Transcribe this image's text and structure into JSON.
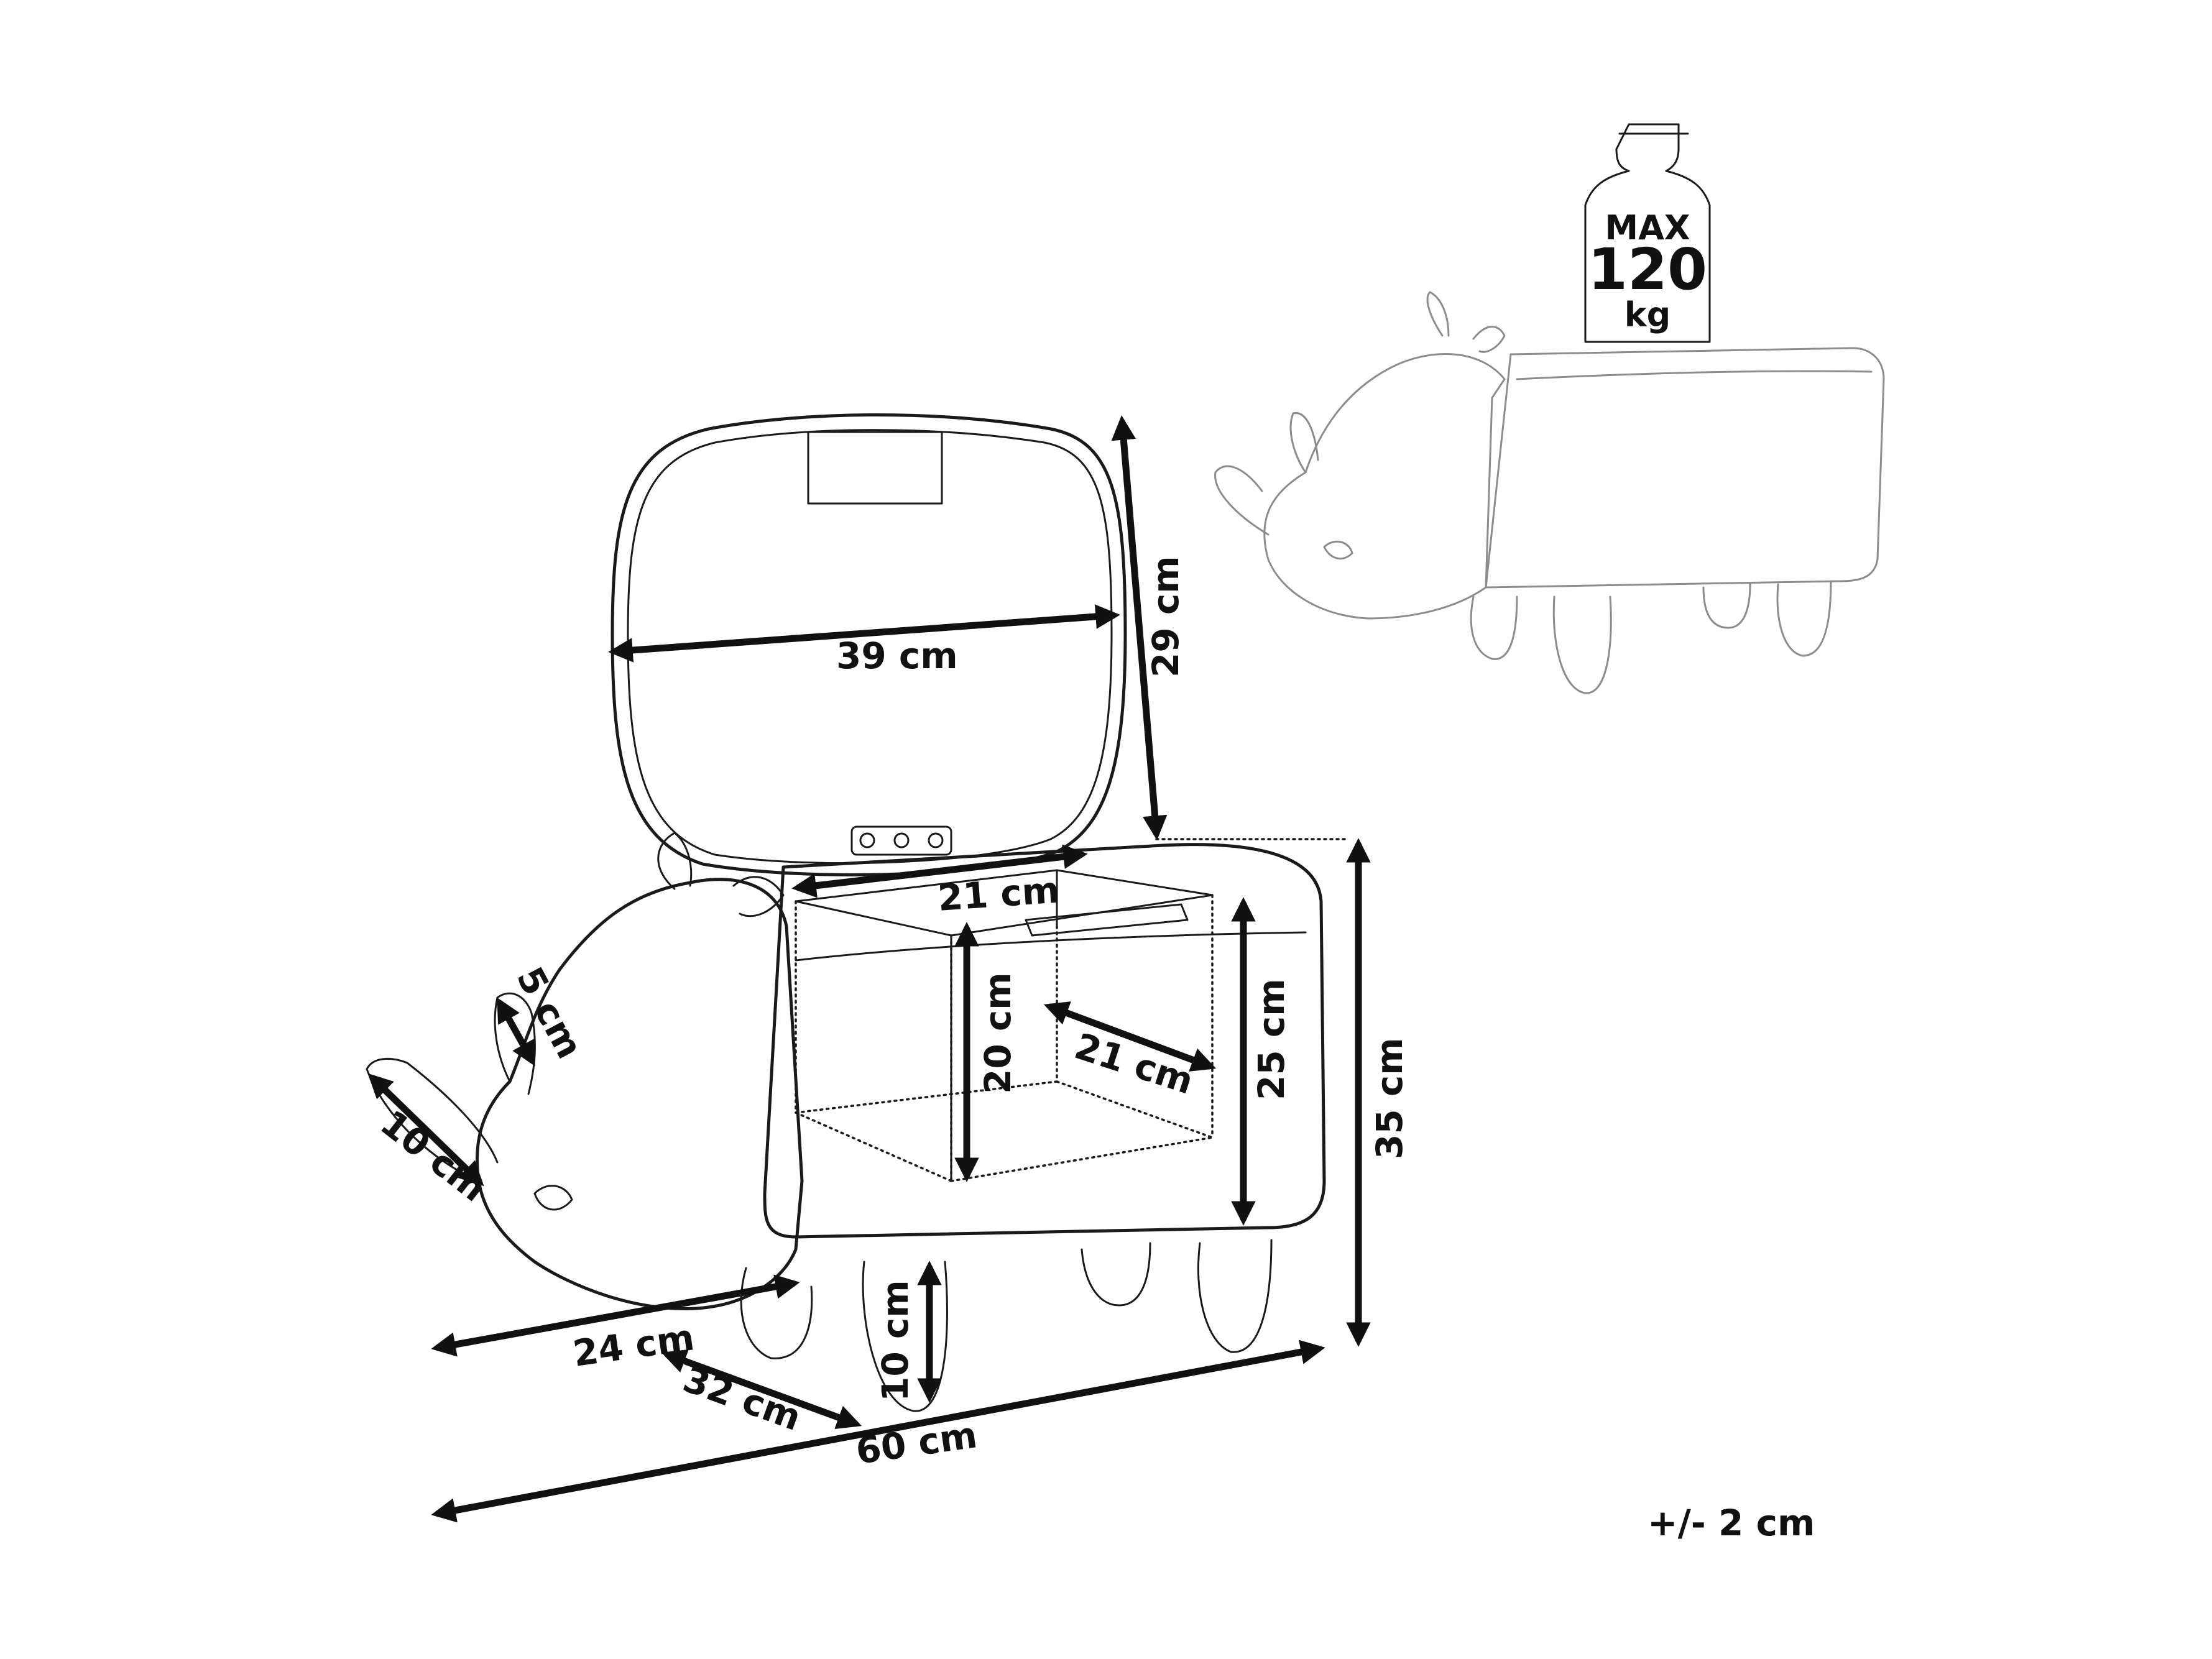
{
  "weight_badge": {
    "max_label": "MAX",
    "value": "120",
    "unit": "kg"
  },
  "dimensions": {
    "lid_width": "39 cm",
    "lid_height": "29 cm",
    "storage_width": "21 cm",
    "storage_height": "20 cm",
    "storage_depth": "21 cm",
    "seat_height": "25 cm",
    "total_height": "35 cm",
    "small_horn": "5 cm",
    "big_horn": "10 cm",
    "leg_height": "10 cm",
    "head_length": "24 cm",
    "total_depth": "32 cm",
    "total_length": "60 cm"
  },
  "tolerance": "+/- 2 cm"
}
